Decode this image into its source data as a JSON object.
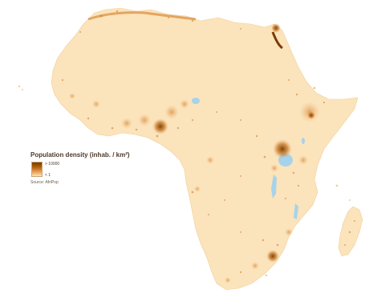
{
  "map": {
    "legend": {
      "title": "Population density (inhab. / km²)",
      "max_label": "> 10000",
      "min_label": "< 1",
      "source": "Source: AfriPop"
    },
    "colors": {
      "land": "#fbe3bb",
      "land_mid": "#efbf84",
      "dense": "#b8600c",
      "very_dense": "#7a3b00",
      "water": "#a7d3ea",
      "background": "#ffffff"
    }
  }
}
